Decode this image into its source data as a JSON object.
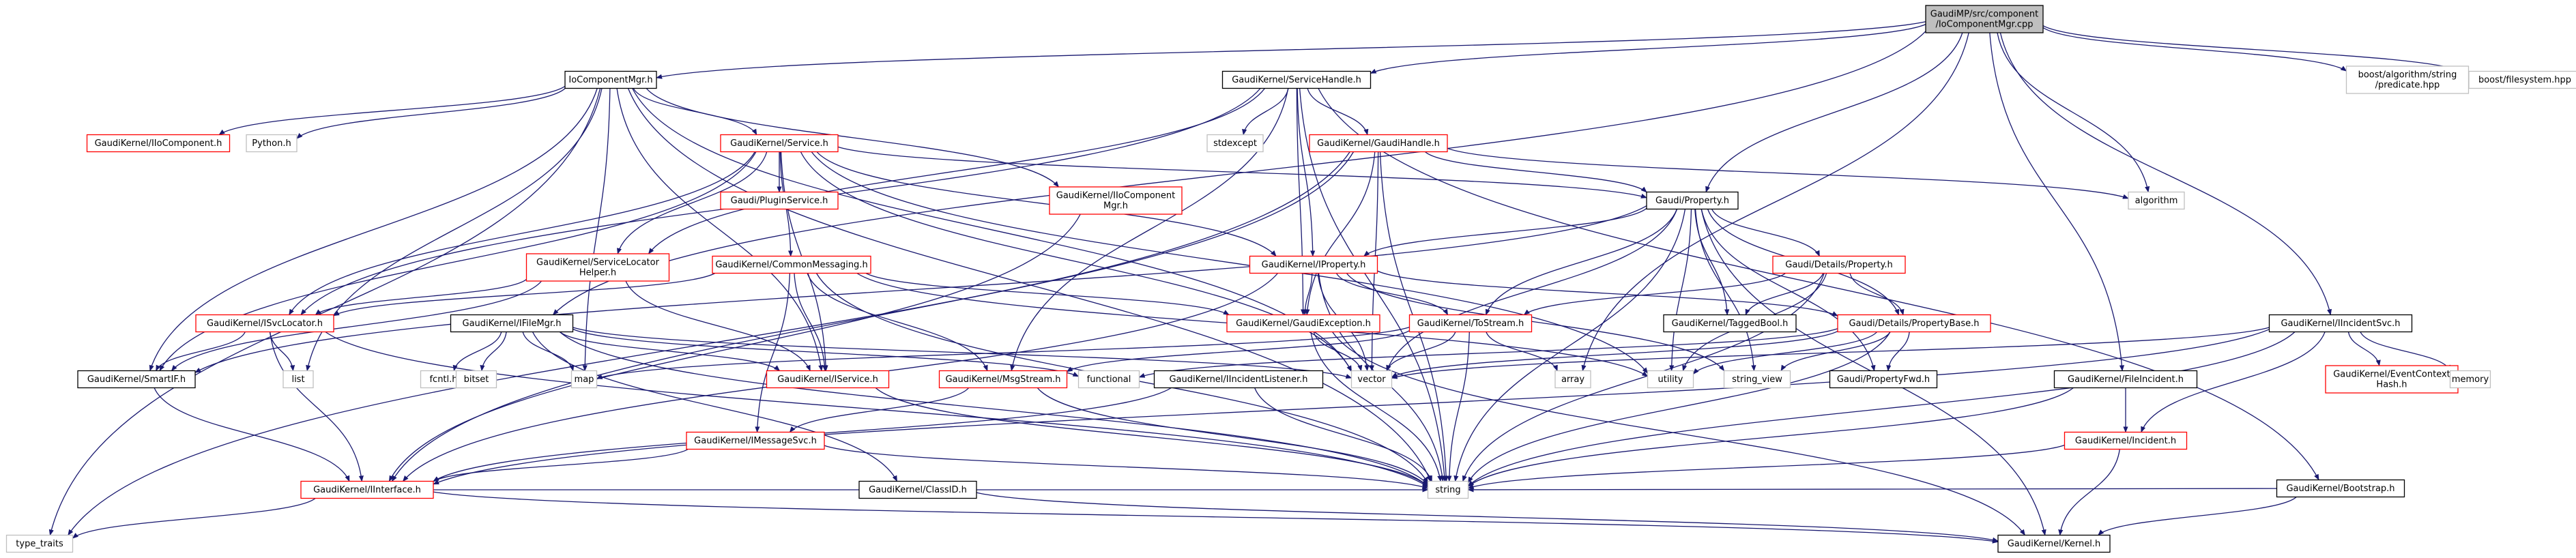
{
  "colors": {
    "edge": "#191970",
    "node_border_normal": "#000000",
    "node_border_red": "#ff0000",
    "node_border_grey": "#bfbfbf",
    "node_fill_root": "#bfbfbf",
    "text": "#000000"
  },
  "nodes": [
    {
      "id": "root",
      "lines": [
        "GaudiMP/src/component",
        "/IoComponentMgr.cpp"
      ],
      "style": "root"
    },
    {
      "id": "iocm",
      "lines": [
        "IoComponentMgr.h"
      ],
      "style": "normal"
    },
    {
      "id": "svch",
      "lines": [
        "GaudiKernel/ServiceHandle.h"
      ],
      "style": "normal"
    },
    {
      "id": "bas",
      "lines": [
        "boost/algorithm/string",
        "/predicate.hpp"
      ],
      "style": "grey"
    },
    {
      "id": "bfs",
      "lines": [
        "boost/filesystem.hpp"
      ],
      "style": "grey"
    },
    {
      "id": "iioc",
      "lines": [
        "GaudiKernel/IIoComponent.h"
      ],
      "style": "red"
    },
    {
      "id": "python",
      "lines": [
        "Python.h"
      ],
      "style": "grey"
    },
    {
      "id": "service",
      "lines": [
        "GaudiKernel/Service.h"
      ],
      "style": "red"
    },
    {
      "id": "stdexcept",
      "lines": [
        "stdexcept"
      ],
      "style": "grey"
    },
    {
      "id": "ghandle",
      "lines": [
        "GaudiKernel/GaudiHandle.h"
      ],
      "style": "red"
    },
    {
      "id": "pluginsvc",
      "lines": [
        "Gaudi/PluginService.h"
      ],
      "style": "red"
    },
    {
      "id": "iiocm",
      "lines": [
        "GaudiKernel/IIoComponent",
        "Mgr.h"
      ],
      "style": "red"
    },
    {
      "id": "property",
      "lines": [
        "Gaudi/Property.h"
      ],
      "style": "normal"
    },
    {
      "id": "algorithm",
      "lines": [
        "algorithm"
      ],
      "style": "grey"
    },
    {
      "id": "svclocator",
      "lines": [
        "GaudiKernel/ServiceLocator",
        "Helper.h"
      ],
      "style": "red"
    },
    {
      "id": "commsg",
      "lines": [
        "GaudiKernel/CommonMessaging.h"
      ],
      "style": "red"
    },
    {
      "id": "iproperty",
      "lines": [
        "GaudiKernel/IProperty.h"
      ],
      "style": "red"
    },
    {
      "id": "detprop",
      "lines": [
        "Gaudi/Details/Property.h"
      ],
      "style": "red"
    },
    {
      "id": "isvclocator",
      "lines": [
        "GaudiKernel/ISvcLocator.h"
      ],
      "style": "red"
    },
    {
      "id": "ifilemgr",
      "lines": [
        "GaudiKernel/IFileMgr.h"
      ],
      "style": "normal"
    },
    {
      "id": "gexception",
      "lines": [
        "GaudiKernel/GaudiException.h"
      ],
      "style": "red"
    },
    {
      "id": "tostream",
      "lines": [
        "GaudiKernel/ToStream.h"
      ],
      "style": "red"
    },
    {
      "id": "taggedbool",
      "lines": [
        "GaudiKernel/TaggedBool.h"
      ],
      "style": "normal"
    },
    {
      "id": "propbase",
      "lines": [
        "Gaudi/Details/PropertyBase.h"
      ],
      "style": "red"
    },
    {
      "id": "iincsvc",
      "lines": [
        "GaudiKernel/IIncidentSvc.h"
      ],
      "style": "normal"
    },
    {
      "id": "smartif",
      "lines": [
        "GaudiKernel/SmartIF.h"
      ],
      "style": "normal"
    },
    {
      "id": "list",
      "lines": [
        "list"
      ],
      "style": "grey"
    },
    {
      "id": "fcntl",
      "lines": [
        "fcntl.h"
      ],
      "style": "grey"
    },
    {
      "id": "bitset",
      "lines": [
        "bitset"
      ],
      "style": "grey"
    },
    {
      "id": "map",
      "lines": [
        "map"
      ],
      "style": "grey"
    },
    {
      "id": "iservice",
      "lines": [
        "GaudiKernel/IService.h"
      ],
      "style": "red"
    },
    {
      "id": "functional",
      "lines": [
        "functional"
      ],
      "style": "grey"
    },
    {
      "id": "msgstream",
      "lines": [
        "GaudiKernel/MsgStream.h"
      ],
      "style": "red"
    },
    {
      "id": "iinclistener",
      "lines": [
        "GaudiKernel/IIncidentListener.h"
      ],
      "style": "normal"
    },
    {
      "id": "vector",
      "lines": [
        "vector"
      ],
      "style": "grey"
    },
    {
      "id": "array",
      "lines": [
        "array"
      ],
      "style": "grey"
    },
    {
      "id": "utility",
      "lines": [
        "utility"
      ],
      "style": "grey"
    },
    {
      "id": "stringview",
      "lines": [
        "string_view"
      ],
      "style": "grey"
    },
    {
      "id": "propfwd",
      "lines": [
        "Gaudi/PropertyFwd.h"
      ],
      "style": "normal"
    },
    {
      "id": "fileincident",
      "lines": [
        "GaudiKernel/FileIncident.h"
      ],
      "style": "normal"
    },
    {
      "id": "eventctx",
      "lines": [
        "GaudiKernel/EventContext",
        "Hash.h"
      ],
      "style": "red"
    },
    {
      "id": "memory",
      "lines": [
        "memory"
      ],
      "style": "grey"
    },
    {
      "id": "imessagesvc",
      "lines": [
        "GaudiKernel/IMessageSvc.h"
      ],
      "style": "red"
    },
    {
      "id": "incident",
      "lines": [
        "GaudiKernel/Incident.h"
      ],
      "style": "red"
    },
    {
      "id": "bootstrap",
      "lines": [
        "GaudiKernel/Bootstrap.h"
      ],
      "style": "normal"
    },
    {
      "id": "iinterface",
      "lines": [
        "GaudiKernel/IInterface.h"
      ],
      "style": "red"
    },
    {
      "id": "classid",
      "lines": [
        "GaudiKernel/ClassID.h"
      ],
      "style": "normal"
    },
    {
      "id": "string",
      "lines": [
        "string"
      ],
      "style": "grey"
    },
    {
      "id": "typetraits",
      "lines": [
        "type_traits"
      ],
      "style": "grey"
    },
    {
      "id": "kernel",
      "lines": [
        "GaudiKernel/Kernel.h"
      ],
      "style": "normal"
    }
  ],
  "edges": [
    [
      "root",
      "iocm"
    ],
    [
      "root",
      "svch"
    ],
    [
      "root",
      "bas"
    ],
    [
      "root",
      "bfs"
    ],
    [
      "root",
      "property"
    ],
    [
      "root",
      "algorithm"
    ],
    [
      "root",
      "array"
    ],
    [
      "root",
      "ifilemgr"
    ],
    [
      "root",
      "fileincident"
    ],
    [
      "root",
      "iincsvc"
    ],
    [
      "iocm",
      "iioc"
    ],
    [
      "iocm",
      "python"
    ],
    [
      "iocm",
      "service"
    ],
    [
      "iocm",
      "iiocm"
    ],
    [
      "iocm",
      "list"
    ],
    [
      "iocm",
      "map"
    ],
    [
      "iocm",
      "vector"
    ],
    [
      "iocm",
      "string"
    ],
    [
      "iocm",
      "typetraits"
    ],
    [
      "iocm",
      "iservice"
    ],
    [
      "iocm",
      "smartif"
    ],
    [
      "svch",
      "stdexcept"
    ],
    [
      "svch",
      "ghandle"
    ],
    [
      "svch",
      "iproperty"
    ],
    [
      "svch",
      "isvclocator"
    ],
    [
      "svch",
      "svclocator"
    ],
    [
      "svch",
      "gexception"
    ],
    [
      "svch",
      "msgstream"
    ],
    [
      "svch",
      "string"
    ],
    [
      "svch",
      "bootstrap"
    ],
    [
      "service",
      "pluginsvc"
    ],
    [
      "service",
      "property"
    ],
    [
      "service",
      "svclocator"
    ],
    [
      "service",
      "commsg"
    ],
    [
      "service",
      "iproperty"
    ],
    [
      "service",
      "isvclocator"
    ],
    [
      "service",
      "iservice"
    ],
    [
      "service",
      "smartif"
    ],
    [
      "service",
      "vector"
    ],
    [
      "service",
      "utility"
    ],
    [
      "ghandle",
      "algorithm"
    ],
    [
      "ghandle",
      "property"
    ],
    [
      "ghandle",
      "gexception"
    ],
    [
      "ghandle",
      "iinterface"
    ],
    [
      "ghandle",
      "vector"
    ],
    [
      "ghandle",
      "string"
    ],
    [
      "ghandle",
      "typetraits"
    ],
    [
      "iiocm",
      "iinterface"
    ],
    [
      "property",
      "iproperty"
    ],
    [
      "property",
      "detprop"
    ],
    [
      "property",
      "tostream"
    ],
    [
      "property",
      "taggedbool"
    ],
    [
      "property",
      "propbase"
    ],
    [
      "property",
      "utility"
    ],
    [
      "property",
      "stringview"
    ],
    [
      "property",
      "propfwd"
    ],
    [
      "property",
      "string"
    ],
    [
      "property",
      "kernel"
    ],
    [
      "property",
      "smartif"
    ],
    [
      "property",
      "vector"
    ],
    [
      "svclocator",
      "isvclocator"
    ],
    [
      "svclocator",
      "smartif"
    ],
    [
      "svclocator",
      "iservice"
    ],
    [
      "commsg",
      "gexception"
    ],
    [
      "commsg",
      "isvclocator"
    ],
    [
      "commsg",
      "imessagesvc"
    ],
    [
      "commsg",
      "msgstream"
    ],
    [
      "commsg",
      "iservice"
    ],
    [
      "commsg",
      "string"
    ],
    [
      "commsg",
      "utility"
    ],
    [
      "iproperty",
      "gexception"
    ],
    [
      "iproperty",
      "tostream"
    ],
    [
      "iproperty",
      "iinterface"
    ],
    [
      "iproperty",
      "propbase"
    ],
    [
      "iproperty",
      "vector"
    ],
    [
      "iproperty",
      "string"
    ],
    [
      "iproperty",
      "stringview"
    ],
    [
      "detprop",
      "tostream"
    ],
    [
      "detprop",
      "taggedbool"
    ],
    [
      "detprop",
      "propbase"
    ],
    [
      "detprop",
      "utility"
    ],
    [
      "detprop",
      "string"
    ],
    [
      "isvclocator",
      "smartif"
    ],
    [
      "isvclocator",
      "list"
    ],
    [
      "isvclocator",
      "iinterface"
    ],
    [
      "isvclocator",
      "string"
    ],
    [
      "ifilemgr",
      "fcntl"
    ],
    [
      "ifilemgr",
      "bitset"
    ],
    [
      "ifilemgr",
      "map"
    ],
    [
      "ifilemgr",
      "iservice"
    ],
    [
      "ifilemgr",
      "functional"
    ],
    [
      "ifilemgr",
      "vector"
    ],
    [
      "ifilemgr",
      "string"
    ],
    [
      "ifilemgr",
      "classid"
    ],
    [
      "gexception",
      "string"
    ],
    [
      "gexception",
      "vector"
    ],
    [
      "gexception",
      "kernel"
    ],
    [
      "tostream",
      "map"
    ],
    [
      "tostream",
      "array"
    ],
    [
      "tostream",
      "vector"
    ],
    [
      "tostream",
      "string"
    ],
    [
      "tostream",
      "msgstream"
    ],
    [
      "propbase",
      "utility"
    ],
    [
      "propbase",
      "stringview"
    ],
    [
      "propbase",
      "propfwd"
    ],
    [
      "propbase",
      "string"
    ],
    [
      "propbase",
      "functional"
    ],
    [
      "propbase",
      "vector"
    ],
    [
      "iincsvc",
      "eventctx"
    ],
    [
      "iincsvc",
      "memory"
    ],
    [
      "iincsvc",
      "incident"
    ],
    [
      "iincsvc",
      "string"
    ],
    [
      "iincsvc",
      "iinterface"
    ],
    [
      "iincsvc",
      "vector"
    ],
    [
      "smartif",
      "iinterface"
    ],
    [
      "iservice",
      "string"
    ],
    [
      "msgstream",
      "imessagesvc"
    ],
    [
      "msgstream",
      "string"
    ],
    [
      "iinclistener",
      "iinterface"
    ],
    [
      "iinclistener",
      "string"
    ],
    [
      "imessagesvc",
      "iinterface"
    ],
    [
      "imessagesvc",
      "string"
    ],
    [
      "fileincident",
      "incident"
    ],
    [
      "fileincident",
      "string"
    ],
    [
      "incident",
      "kernel"
    ],
    [
      "incident",
      "string"
    ],
    [
      "bootstrap",
      "kernel"
    ],
    [
      "bootstrap",
      "string"
    ],
    [
      "iinterface",
      "kernel"
    ],
    [
      "iinterface",
      "typetraits"
    ],
    [
      "iinterface",
      "string"
    ],
    [
      "classid",
      "kernel"
    ]
  ]
}
